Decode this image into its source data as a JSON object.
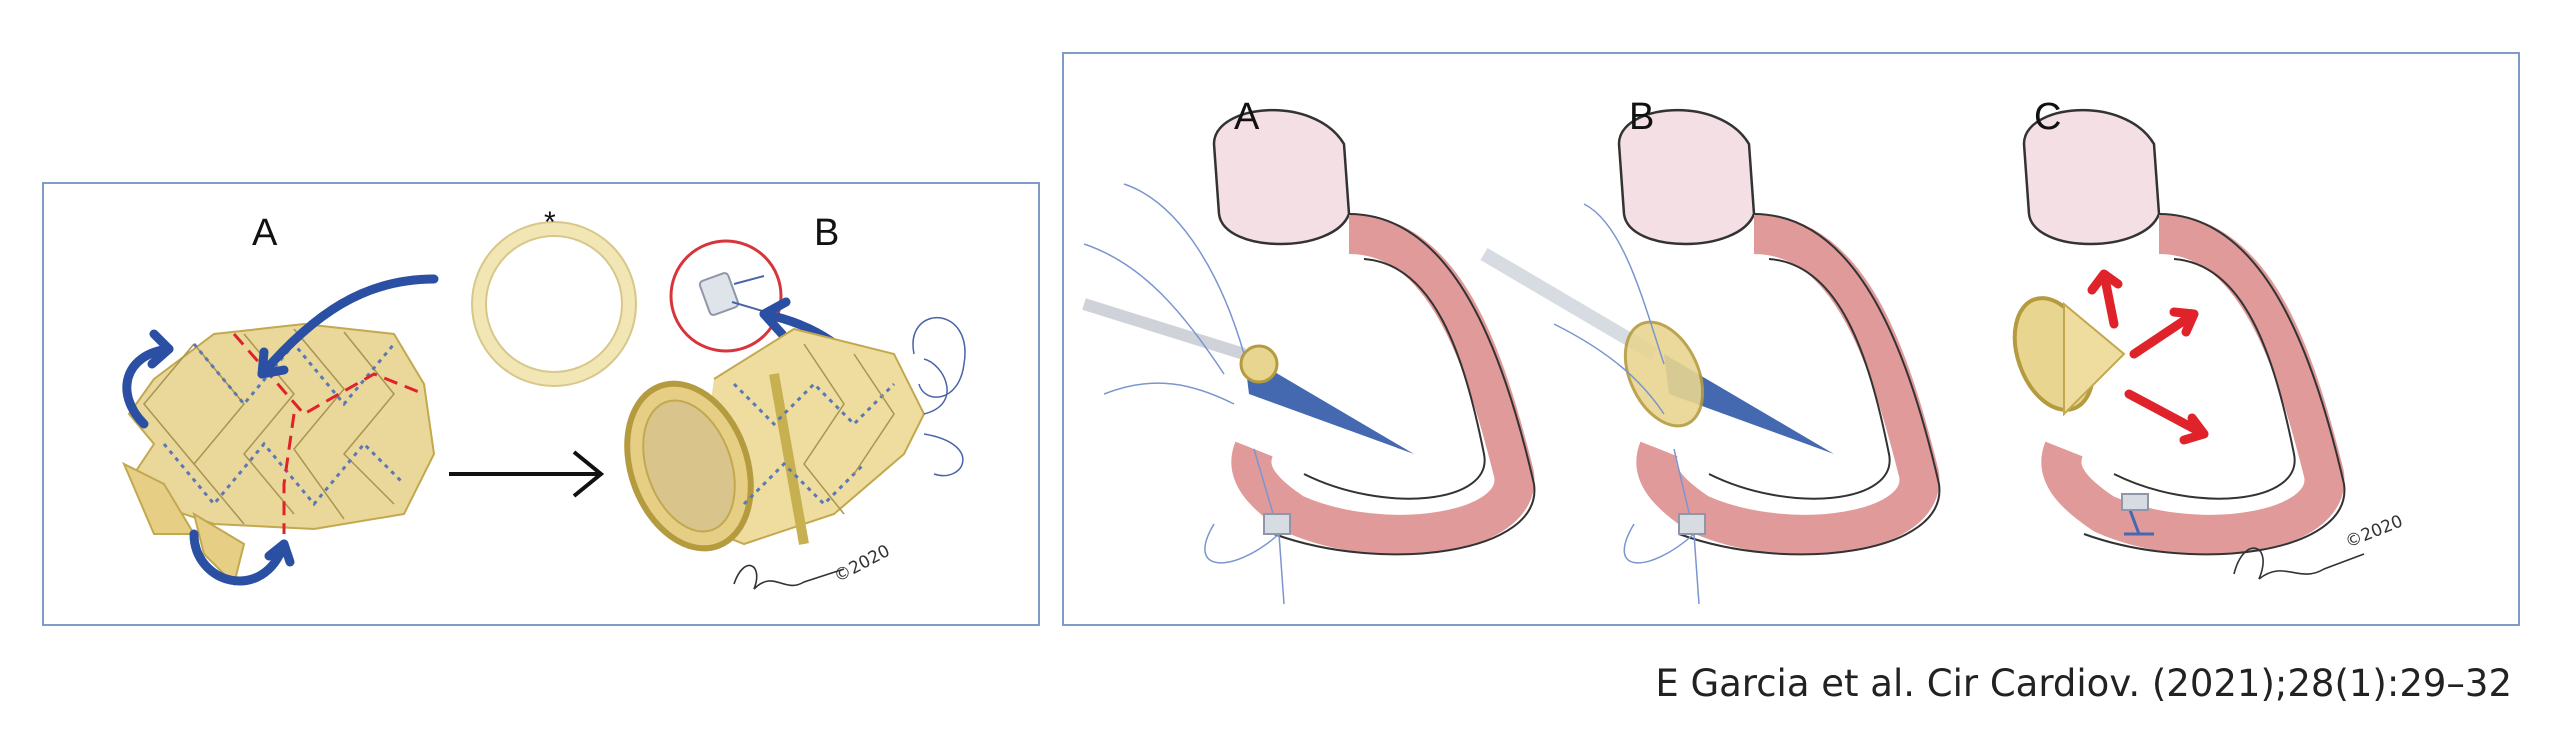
{
  "left_panel": {
    "label_a": "A",
    "label_b": "B",
    "asterisk": "*",
    "copyright": "©2020"
  },
  "right_panel": {
    "label_a": "A",
    "label_b": "B",
    "label_c": "C",
    "copyright": "©2020"
  },
  "citation": "E Garcia et al. Cir Cardiov. (2021);28(1):29–32",
  "colors": {
    "frame_border": "#7f9cc8",
    "valve_gold": "#e8d590",
    "arrow_blue": "#2a4fa3",
    "arrow_red": "#e0222a",
    "tissue_pink": "#e19a9a",
    "aorta_pink": "#f3dfe4",
    "ring_cream": "#f1e6b4",
    "inset_red": "#d8343c"
  }
}
